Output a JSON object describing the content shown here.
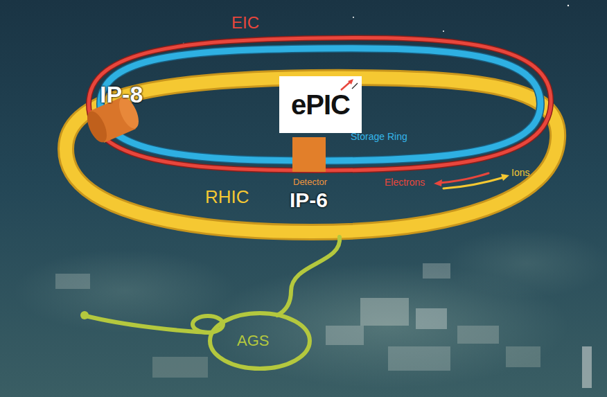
{
  "diagram": {
    "nodes": [
      {
        "text": [
          "ePIC"
        ]
      }
    ],
    "labels": [
      "EIC",
      "IP-8",
      "Storage Ring",
      "Detector",
      "Electrons",
      "Ions",
      "RHIC",
      "IP-6",
      "AGS"
    ]
  }
}
